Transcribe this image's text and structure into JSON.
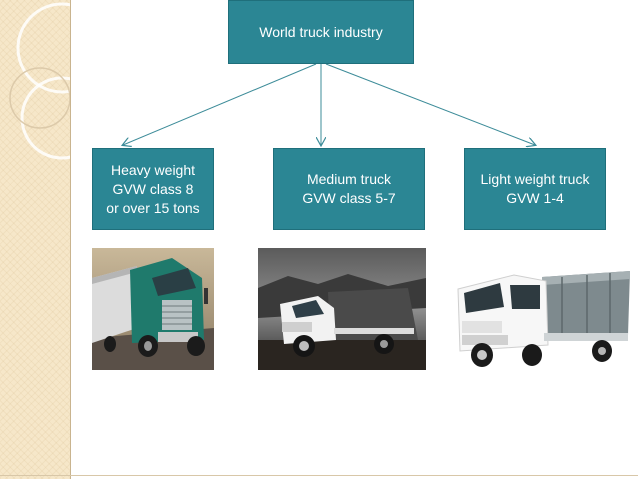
{
  "diagram": {
    "root": {
      "label": "World truck industry"
    },
    "children": [
      {
        "id": "heavy",
        "label": "Heavy weight\nGVW class 8\nor over 15 tons",
        "image": "green-semi-truck-photo"
      },
      {
        "id": "medium",
        "label": "Medium truck\nGVW class 5-7",
        "image": "white-dump-truck-photo"
      },
      {
        "id": "light",
        "label": "Light weight truck\nGVW 1-4",
        "image": "white-light-dump-truck-photo"
      }
    ]
  },
  "colors": {
    "box_fill": "#2b8694",
    "arrow": "#3d8c99",
    "left_band": "#f6e7c9"
  }
}
